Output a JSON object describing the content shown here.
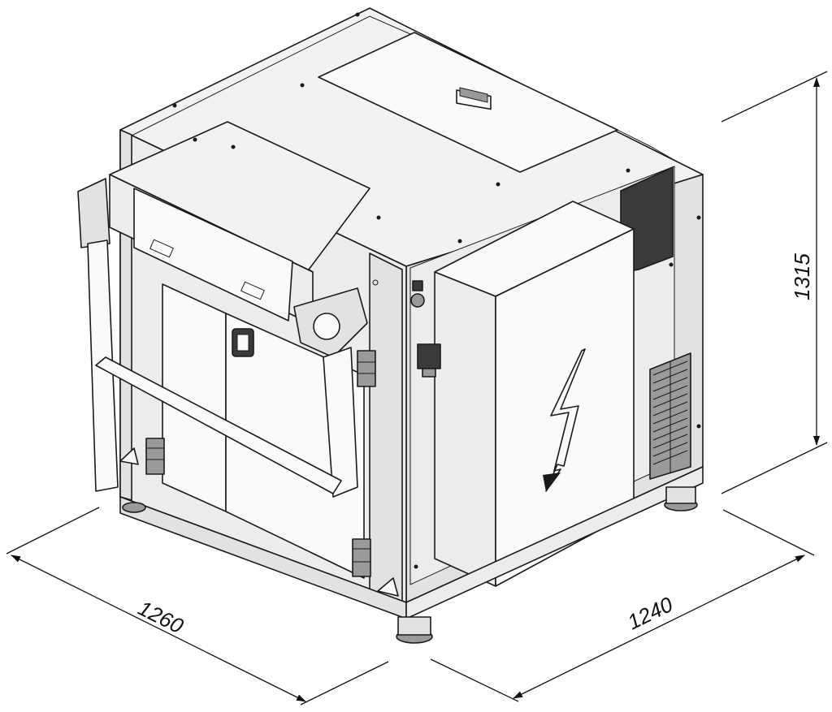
{
  "dimensions": {
    "width_label": "1260",
    "depth_label": "1240",
    "height_label": "1315"
  },
  "colors": {
    "line": "#1a1a1a",
    "background": "#ffffff"
  },
  "icons": {
    "warning_symbol": "lightning-bolt-icon",
    "dimension_arrow": "arrowhead-icon"
  }
}
